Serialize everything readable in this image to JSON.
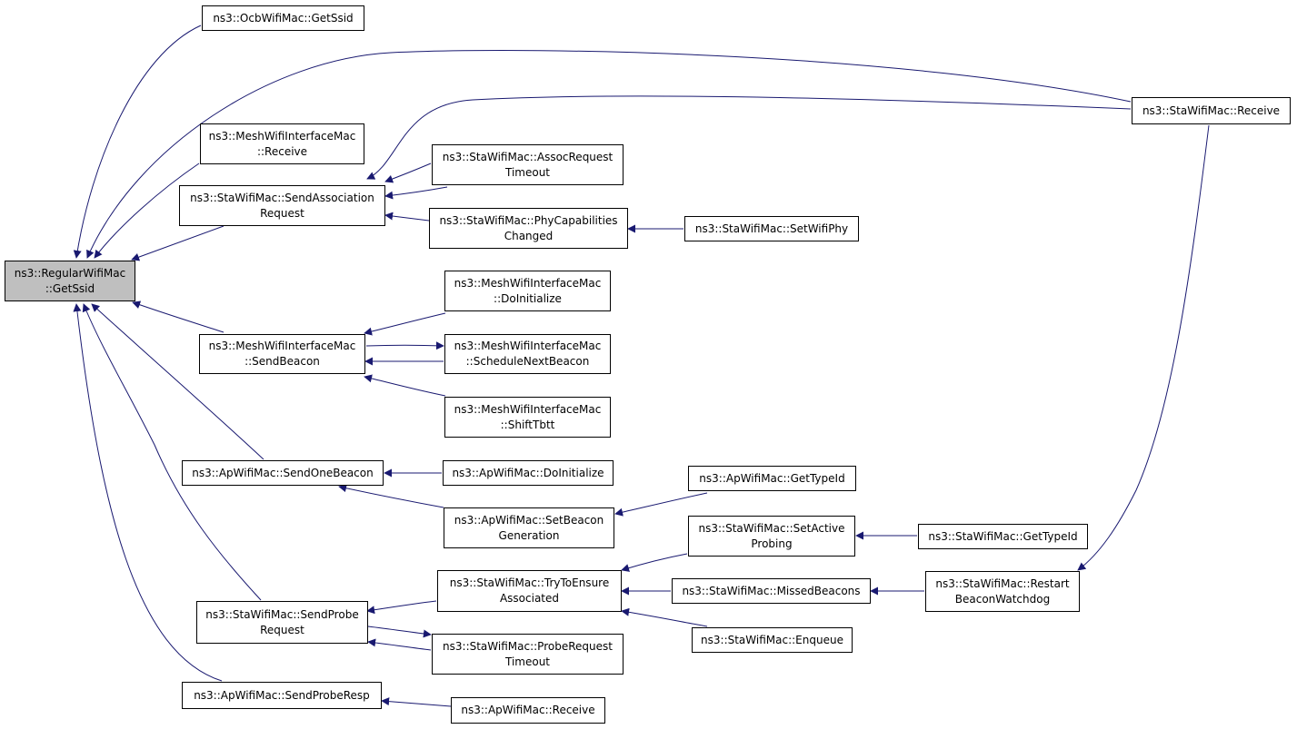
{
  "colors": {
    "edge": "#191970",
    "root_fill": "#bfbfbf",
    "node_border": "#000000"
  },
  "nodes": {
    "root": {
      "line1": "ns3::RegularWifiMac",
      "line2": "::GetSsid"
    },
    "ocb_getssid": {
      "line1": "ns3::OcbWifiMac::GetSsid"
    },
    "mesh_receive": {
      "line1": "ns3::MeshWifiInterfaceMac",
      "line2": "::Receive"
    },
    "sta_sendassoc": {
      "line1": "ns3::StaWifiMac::SendAssociation",
      "line2": "Request"
    },
    "sta_assoctimeout": {
      "line1": "ns3::StaWifiMac::AssocRequest",
      "line2": "Timeout"
    },
    "sta_phycap": {
      "line1": "ns3::StaWifiMac::PhyCapabilities",
      "line2": "Changed"
    },
    "sta_setwifiphy": {
      "line1": "ns3::StaWifiMac::SetWifiPhy"
    },
    "sta_receive": {
      "line1": "ns3::StaWifiMac::Receive"
    },
    "mesh_doinit": {
      "line1": "ns3::MeshWifiInterfaceMac",
      "line2": "::DoInitialize"
    },
    "mesh_sendbeacon": {
      "line1": "ns3::MeshWifiInterfaceMac",
      "line2": "::SendBeacon"
    },
    "mesh_schedule": {
      "line1": "ns3::MeshWifiInterfaceMac",
      "line2": "::ScheduleNextBeacon"
    },
    "mesh_shifttbtt": {
      "line1": "ns3::MeshWifiInterfaceMac",
      "line2": "::ShiftTbtt"
    },
    "ap_sendonebeacon": {
      "line1": "ns3::ApWifiMac::SendOneBeacon"
    },
    "ap_doinit": {
      "line1": "ns3::ApWifiMac::DoInitialize"
    },
    "ap_gettypeid": {
      "line1": "ns3::ApWifiMac::GetTypeId"
    },
    "ap_setbeacongen": {
      "line1": "ns3::ApWifiMac::SetBeacon",
      "line2": "Generation"
    },
    "sta_setactive": {
      "line1": "ns3::StaWifiMac::SetActive",
      "line2": "Probing"
    },
    "sta_gettypeid": {
      "line1": "ns3::StaWifiMac::GetTypeId"
    },
    "sta_trytoensure": {
      "line1": "ns3::StaWifiMac::TryToEnsure",
      "line2": "Associated"
    },
    "sta_missed": {
      "line1": "ns3::StaWifiMac::MissedBeacons"
    },
    "sta_restart": {
      "line1": "ns3::StaWifiMac::Restart",
      "line2": "BeaconWatchdog"
    },
    "sta_sendprobe": {
      "line1": "ns3::StaWifiMac::SendProbe",
      "line2": "Request"
    },
    "sta_enqueue": {
      "line1": "ns3::StaWifiMac::Enqueue"
    },
    "sta_probetimeout": {
      "line1": "ns3::StaWifiMac::ProbeRequest",
      "line2": "Timeout"
    },
    "ap_sendproberesp": {
      "line1": "ns3::ApWifiMac::SendProbeResp"
    },
    "ap_receive": {
      "line1": "ns3::ApWifiMac::Receive"
    }
  }
}
